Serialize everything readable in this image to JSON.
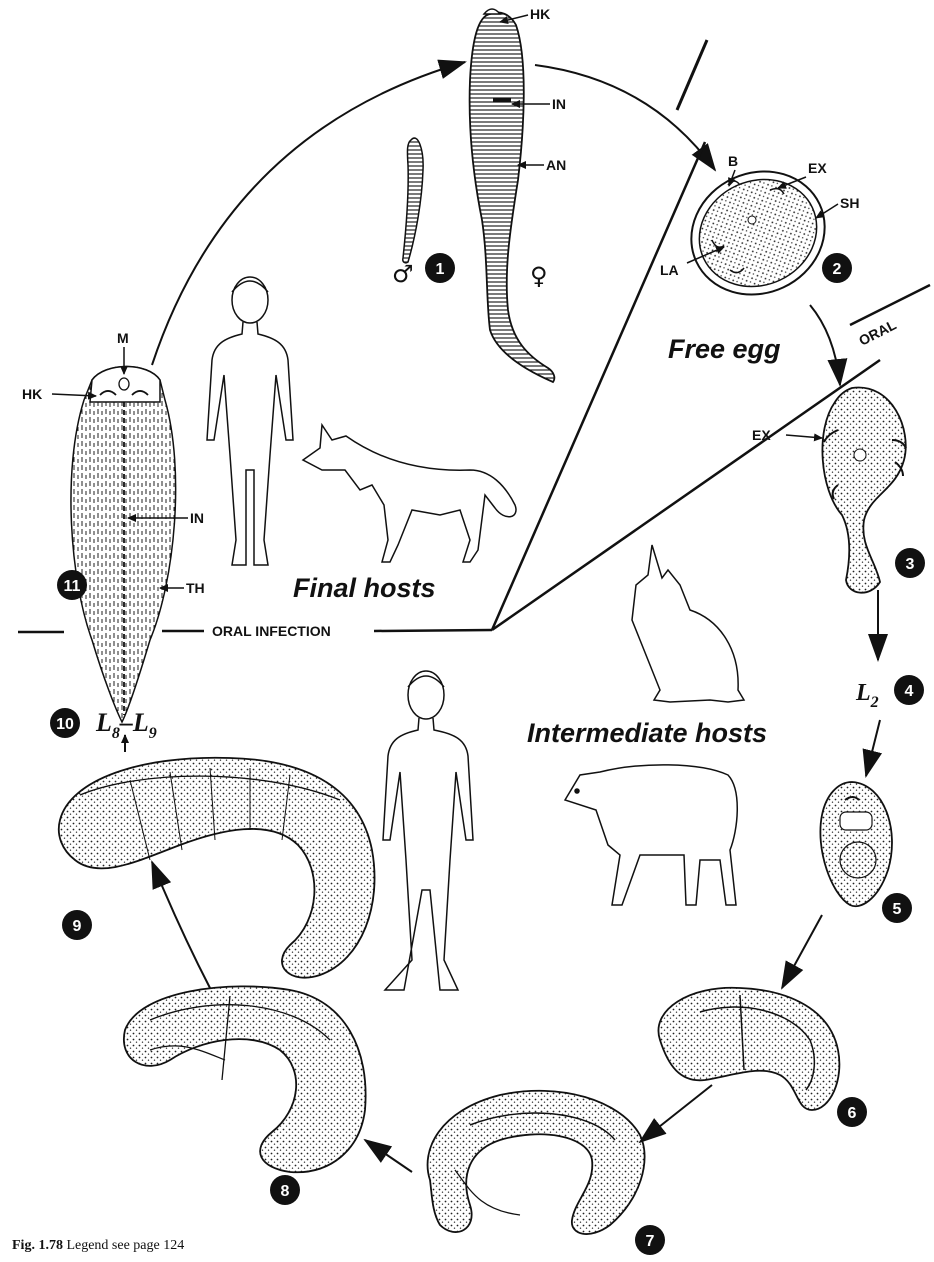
{
  "structure_labels": {
    "hk_top": "HK",
    "in_top": "IN",
    "an": "AN",
    "b": "B",
    "ex_egg": "EX",
    "sh": "SH",
    "la": "LA",
    "ex_oncosphere": "EX",
    "m": "M",
    "hk_left": "HK",
    "in_left": "IN",
    "th": "TH"
  },
  "sex_symbols": {
    "male": "♂",
    "female": "♀"
  },
  "region_labels": {
    "free_egg": "Free egg",
    "final_hosts": "Final hosts",
    "intermediate_hosts": "Intermediate hosts",
    "oral": "ORAL",
    "oral_infection": "ORAL INFECTION"
  },
  "stage_labels": {
    "l2": "L",
    "l2_sub": "2",
    "l8": "L",
    "l8_sub": "8",
    "dash": "–",
    "l9": "L",
    "l9_sub": "9"
  },
  "stage_numbers": [
    "1",
    "2",
    "3",
    "4",
    "5",
    "6",
    "7",
    "8",
    "9",
    "10",
    "11"
  ],
  "caption": {
    "fig": "Fig. 1.78",
    "text": "Legend see page 124"
  }
}
